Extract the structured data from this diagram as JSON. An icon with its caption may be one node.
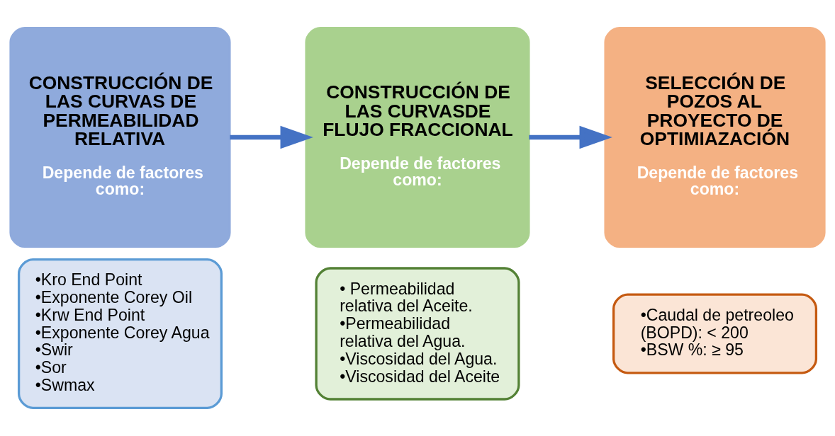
{
  "diagram": {
    "nodes": [
      {
        "text": [
          "CONSTRUCCIÓN DE LAS CURVAS DE PERMEABILIDAD RELATIVA",
          "Depende de factores como:"
        ]
      },
      {
        "text": [
          "•Kro End Point",
          "•Exponente Corey Oil",
          "•Krw End Point",
          "•Exponente Corey Agua",
          "•Swir",
          "•Sor",
          "•Swmax"
        ]
      },
      {
        "text": [
          "CONSTRUCCIÓN DE LAS CURVASDE FLUJO FRACCIONAL",
          "Depende de factores como:"
        ]
      },
      {
        "text": [
          "• Permeabilidad relativa del Aceite.",
          "•Permeabilidad relativa del Agua.",
          "•Viscosidad del Agua.",
          "•Viscosidad del Aceite"
        ]
      },
      {
        "text": [
          "SELECCIÓN DE POZOS AL PROYECTO DE OPTIMIAZACIÓN",
          "Depende de factores como:"
        ]
      },
      {
        "text": [
          "•Caudal de petreoleo (BOPD): < 200",
          "•BSW %: ≥ 95"
        ]
      }
    ],
    "edges": [
      {
        "from": 0,
        "to": 2,
        "arrow": "to"
      },
      {
        "from": 2,
        "to": 4,
        "arrow": "to"
      }
    ]
  }
}
